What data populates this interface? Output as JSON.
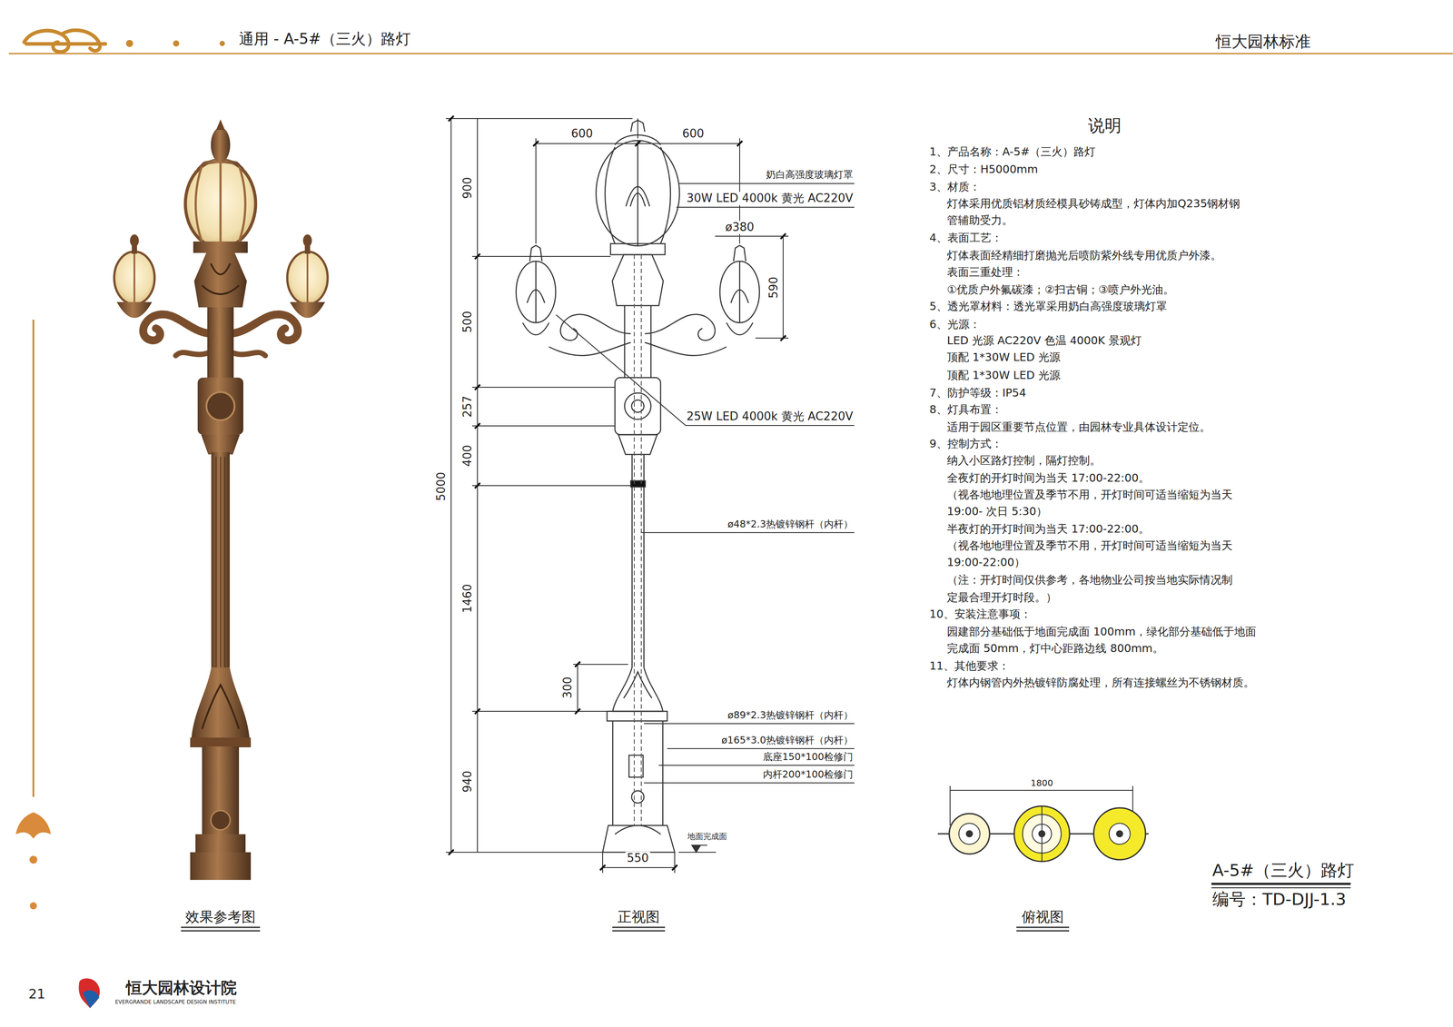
{
  "diagram": {
    "title": "通用 - A-5#（三火）路灯",
    "labels": [
      "恒大园林标准",
      "600",
      "600",
      "900",
      "奶白高强度玻璃灯罩",
      "30W LED 4000k 黄光 AC220V",
      "ø380",
      "590",
      "500",
      "257",
      "400",
      "5000",
      "25W LED 4000k 黄光 AC220V",
      "ø48*2.3热镀锌钢杆（内杆）",
      "1460",
      "300",
      "ø89*2.3热镀锌钢杆（内杆）",
      "ø165*3.0热镀锌钢杆（内杆）",
      "底座150*100检修门",
      "内杆200*100检修门",
      "940",
      "地面完成面",
      "550",
      "效果参考图",
      "正视图",
      "俯视图",
      "说明",
      "1、产品名称：A-5#（三火）路灯",
      "2、尺寸：H5000mm",
      "3、材质：",
      "灯体采用优质铝材质经模具砂铸成型，灯体内加Q235钢材钢",
      "管辅助受力。",
      "4、表面工艺：",
      "灯体表面经精细打磨抛光后喷防紫外线专用优质户外漆。",
      "表面三重处理：",
      "①优质户外氟碳漆；②扫古铜；③喷户外光油。",
      "5、透光罩材料：透光罩采用奶白高强度玻璃灯罩",
      "6、光源：",
      "LED 光源 AC220V 色温 4000K 景观灯",
      "顶配 1*30W LED 光源",
      "顶配 1*30W LED 光源",
      "7、防护等级：IP54",
      "8、灯具布置：",
      "适用于园区重要节点位置，由园林专业具体设计定位。",
      "9、控制方式：",
      "纳入小区路灯控制，隔灯控制。",
      "全夜灯的开灯时间为当天 17:00-22:00。",
      "（视各地地理位置及季节不用，开灯时间可适当缩短为当天",
      "19:00- 次日 5:30）",
      "半夜灯的开灯时间为当天 17:00-22:00。",
      "（视各地地理位置及季节不用，开灯时间可适当缩短为当天",
      "19:00-22:00）",
      "（注：开灯时间仅供参考，各地物业公司按当地实际情况制",
      "定最合理开灯时段。）",
      "10、安装注意事项：",
      "园建部分基础低于地面完成面 100mm，绿化部分基础低于地面",
      "完成面 50mm，灯中心距路边线 800mm。",
      "11、其他要求：",
      "灯体内钢管内外热镀锌防腐处理，所有连接螺丝为不锈钢材质。",
      "1800",
      "A-5#（三火）路灯",
      "编号：TD-DJJ-1.3",
      "21",
      "恒大园林设计院",
      "EVERGRANDE LANDSCAPE DESIGN INSTITUTE"
    ]
  }
}
